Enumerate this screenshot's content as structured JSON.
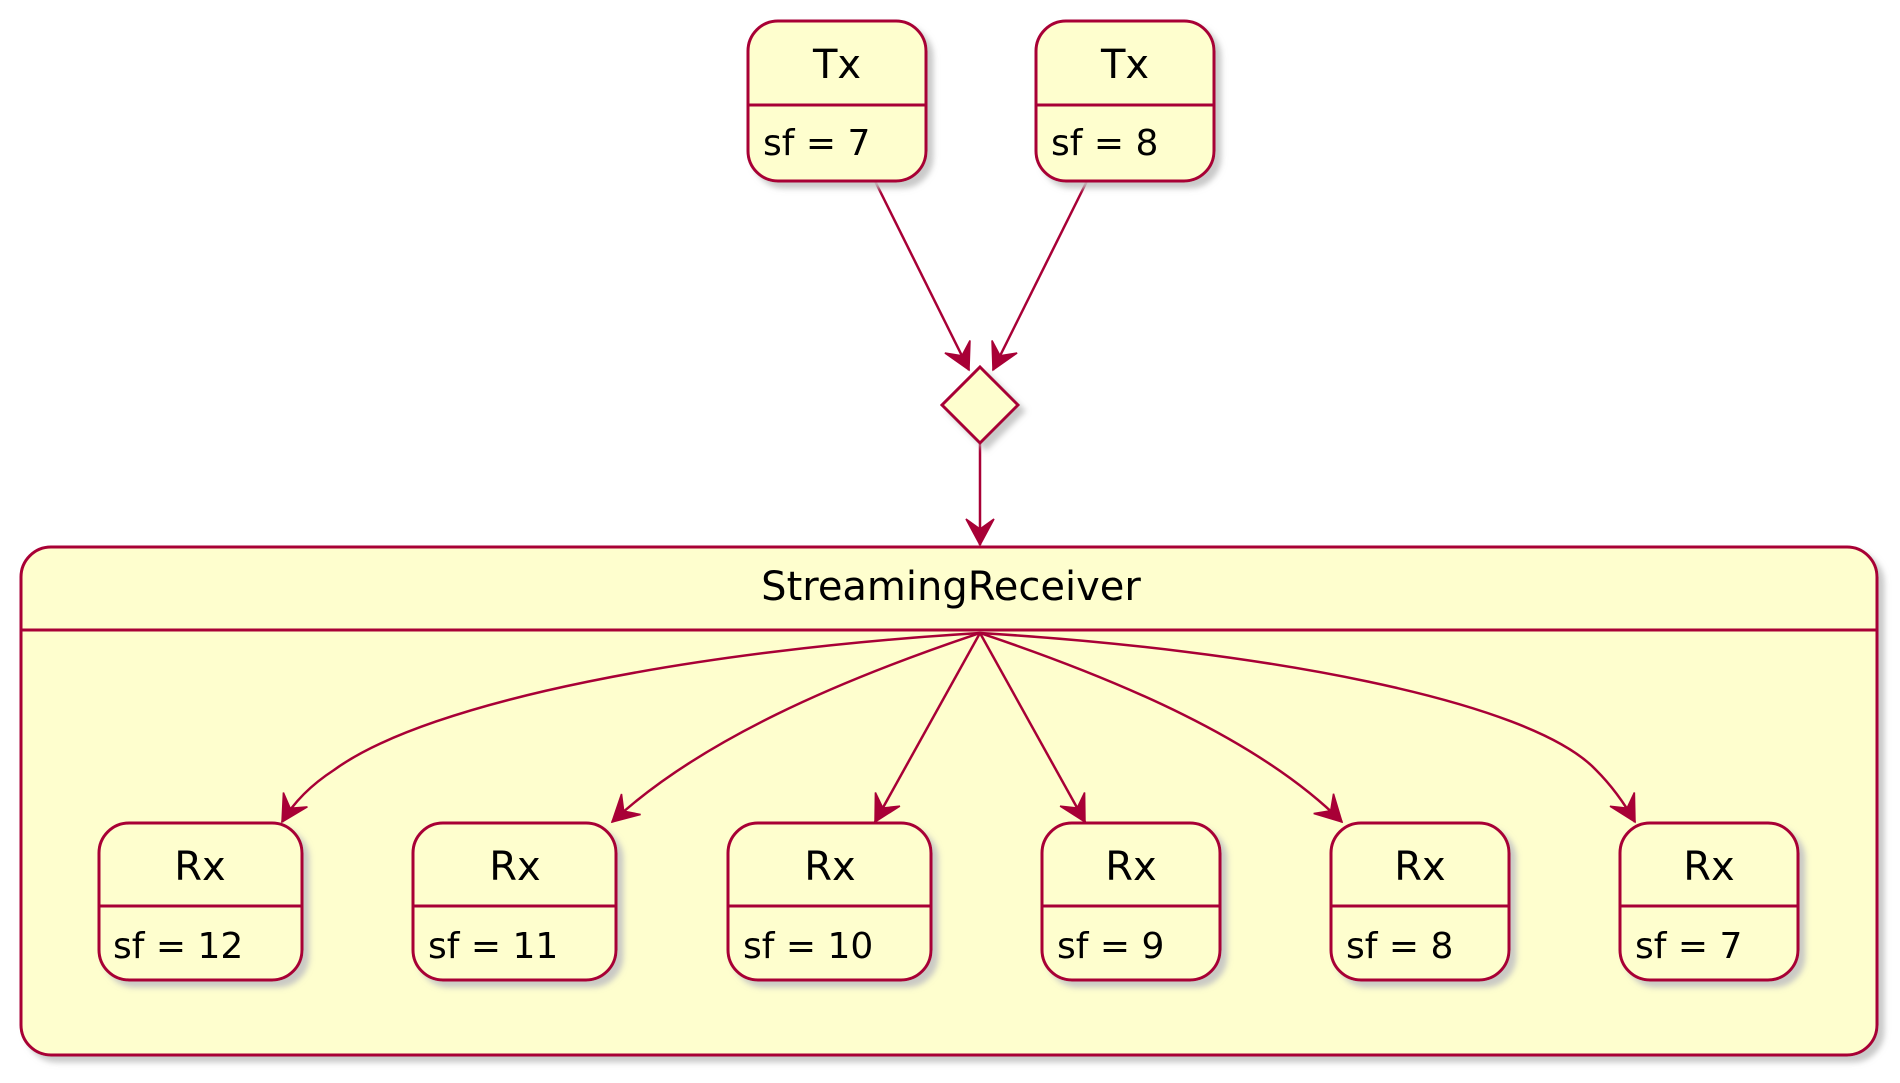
{
  "diagram": {
    "colors": {
      "stroke": "#A80036",
      "fill": "#FEFECE",
      "shadow": "#999999",
      "text": "#000000",
      "background": "#FFFFFF"
    },
    "transmitters": [
      {
        "name": "Tx",
        "detail": "sf = 7"
      },
      {
        "name": "Tx",
        "detail": "sf = 8"
      }
    ],
    "choice_node": "choice-diamond",
    "composite": {
      "name": "StreamingReceiver",
      "receivers": [
        {
          "name": "Rx",
          "detail": "sf = 12"
        },
        {
          "name": "Rx",
          "detail": "sf = 11"
        },
        {
          "name": "Rx",
          "detail": "sf = 10"
        },
        {
          "name": "Rx",
          "detail": "sf = 9"
        },
        {
          "name": "Rx",
          "detail": "sf = 8"
        },
        {
          "name": "Rx",
          "detail": "sf = 7"
        }
      ]
    }
  }
}
